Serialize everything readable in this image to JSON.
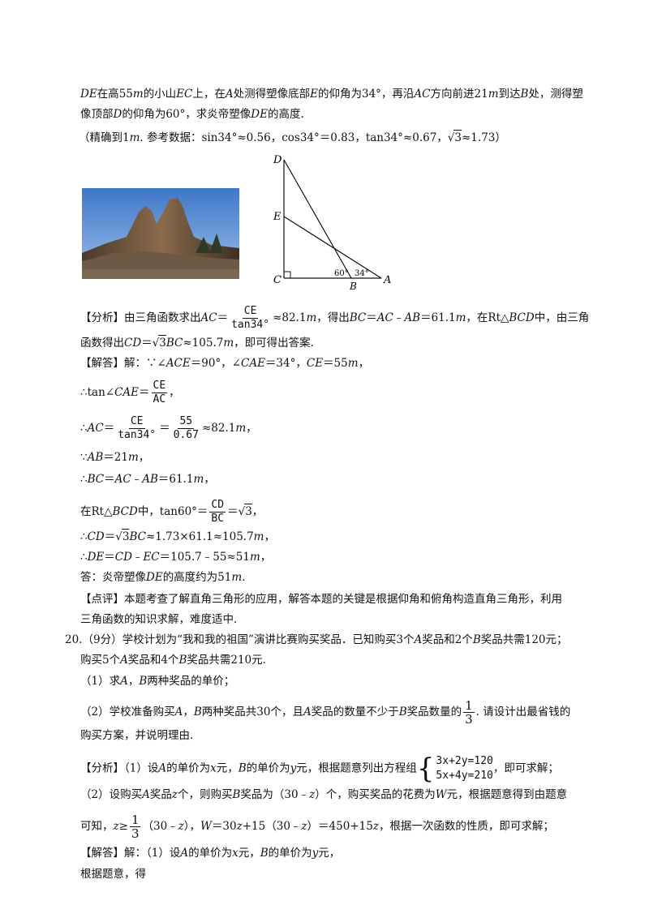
{
  "problem19": {
    "line1": {
      "t1": "DE",
      "t2": "在高",
      "t3": "55",
      "t4": "m",
      "t5": "的小山",
      "t6": "EC",
      "t7": "上，在",
      "t8": "A",
      "t9": "处测得塑像底部",
      "t10": "E",
      "t11": "的仰角为34°，再沿",
      "t12": "AC",
      "t13": "方向前进21",
      "t14": "m",
      "t15": "到达",
      "t16": "B",
      "t17": "处，测得塑"
    },
    "line2": {
      "t1": "像顶部",
      "t2": "D",
      "t3": "的仰角为60°，求炎帝塑像",
      "t4": "DE",
      "t5": "的高度."
    },
    "line3": {
      "t1": "（精确到1",
      "t2": "m",
      "t3": ". 参考数据：sin34°≈0.56，cos34°＝0.83，tan34°≈0.67，",
      "t4": "√",
      "t5": "3",
      "t6": "≈1.73）"
    },
    "figure": {
      "D": "D",
      "E": "E",
      "C": "C",
      "B": "B",
      "A": "A",
      "ang60": "60°",
      "ang34": "34°"
    }
  },
  "analysis19": {
    "line1": {
      "t1": "【分析】由三角函数求出",
      "t2": "AC",
      "t3": "＝",
      "num": "CE",
      "den": "tan34°",
      "t4": "≈82.1",
      "t5": "m",
      "t6": "，得出",
      "t7": "BC",
      "t8": "＝",
      "t9": "AC",
      "t10": "﹣",
      "t11": "AB",
      "t12": "＝61.1",
      "t13": "m",
      "t14": "，在Rt△",
      "t15": "BCD",
      "t16": "中，由三角"
    },
    "line2": {
      "t1": "函数得出",
      "t2": "CD",
      "t3": "＝",
      "t4": "√",
      "t5": "3",
      "t6": "BC",
      "t7": "≈105.7",
      "t8": "m",
      "t9": "，即可得出答案."
    }
  },
  "solution19": {
    "l1": {
      "t1": "【解答】解：∵∠",
      "t2": "ACE",
      "t3": "＝90°，∠",
      "t4": "CAE",
      "t5": "＝34°，",
      "t6": "CE",
      "t7": "＝55",
      "t8": "m",
      "t9": "，"
    },
    "l2": {
      "t1": "∴tan∠",
      "t2": "CAE",
      "t3": "＝",
      "num": "CE",
      "den": "AC",
      "t4": "，"
    },
    "l3": {
      "t1": "∴",
      "t2": "AC",
      "t3": "＝",
      "num1": "CE",
      "den1": "tan34°",
      "t4": "＝",
      "num2": "55",
      "den2": "0.67",
      "t5": "≈82.1",
      "t6": "m",
      "t7": "，"
    },
    "l4": {
      "t1": "∵",
      "t2": "AB",
      "t3": "＝21",
      "t4": "m",
      "t5": "，"
    },
    "l5": {
      "t1": "∴",
      "t2": "BC",
      "t3": "＝",
      "t4": "AC",
      "t5": "﹣",
      "t6": "AB",
      "t7": "＝61.1",
      "t8": "m",
      "t9": "，"
    },
    "l6": {
      "t1": "在Rt△",
      "t2": "BCD",
      "t3": "中，tan60°＝",
      "num": "CD",
      "den": "BC",
      "t4": "＝",
      "t5": "√",
      "t6": "3",
      "t7": "，"
    },
    "l7": {
      "t1": "∴",
      "t2": "CD",
      "t3": "＝",
      "t4": "√",
      "t5": "3",
      "t6": "BC",
      "t7": "≈1.73×61.1≈105.7",
      "t8": "m",
      "t9": "，"
    },
    "l8": {
      "t1": "∴",
      "t2": "DE",
      "t3": "＝",
      "t4": "CD",
      "t5": "﹣",
      "t6": "EC",
      "t7": "＝105.7﹣55≈51",
      "t8": "m",
      "t9": "，"
    },
    "l9": {
      "t1": "答：炎帝塑像",
      "t2": "DE",
      "t3": "的高度约为51",
      "t4": "m",
      "t5": "."
    }
  },
  "comment19": {
    "line1": "【点评】本题考查了解直角三角形的应用，解答本题的关键是根据仰角和俯角构造直角三角形，利用",
    "line2": "三角函数的知识求解，难度适中."
  },
  "problem20": {
    "line1": {
      "t1": "20.",
      "t2": "（9分）学校计划为“我和我的祖国”演讲比赛购买奖品．已知购买3个",
      "t3": "A",
      "t4": "奖品和2个",
      "t5": "B",
      "t6": "奖品共需120元；"
    },
    "line2": {
      "t1": "购买5个",
      "t2": "A",
      "t3": "奖品和4个",
      "t4": "B",
      "t5": "奖品共需210元."
    },
    "q1": {
      "t1": "（1）求",
      "t2": "A",
      "t3": "，",
      "t4": "B",
      "t5": "两种奖品的单价；"
    },
    "q2line1": {
      "t1": "（2）学校准备购买",
      "t2": "A",
      "t3": "，",
      "t4": "B",
      "t5": "两种奖品共30个，且",
      "t6": "A",
      "t7": "奖品的数量不少于",
      "t8": "B",
      "t9": "奖品数量的",
      "num": "1",
      "den": "3",
      "t10": ". 请设计出最省钱的"
    },
    "q2line2": "购买方案，并说明理由."
  },
  "analysis20": {
    "line1": {
      "t1": "【分析】（1）设",
      "t2": "A",
      "t3": "的单价为",
      "t4": "x",
      "t5": "元，",
      "t6": "B",
      "t7": "的单价为",
      "t8": "y",
      "t9": "元，根据题意列出方程组",
      "eq1": "3x+2y=120",
      "eq2": "5x+4y=210",
      "t10": "，即可求解；"
    },
    "line2": {
      "t1": "（2）设购买",
      "t2": "A",
      "t3": "奖品",
      "t4": "z",
      "t5": "个，则购买",
      "t6": "B",
      "t7": "奖品为（30﹣",
      "t8": "z",
      "t9": "）个，购买奖品的花费为",
      "t10": "W",
      "t11": "元，根据题意得到由题意"
    },
    "line3": {
      "t1": "可知，",
      "t2": "z",
      "t3": "≥",
      "num": "1",
      "den": "3",
      "t4": "（30﹣",
      "t5": "z",
      "t6": "），",
      "t7": "W",
      "t8": "＝30",
      "t9": "z",
      "t10": "+15（30﹣",
      "t11": "z",
      "t12": "）＝450+15",
      "t13": "z",
      "t14": "，根据一次函数的性质，即可求解；"
    }
  },
  "solution20": {
    "line1": {
      "t1": "【解答】解：（1）设",
      "t2": "A",
      "t3": "的单价为",
      "t4": "x",
      "t5": "元，",
      "t6": "B",
      "t7": "的单价为",
      "t8": "y",
      "t9": "元，"
    },
    "line2": "根据题意，得"
  }
}
